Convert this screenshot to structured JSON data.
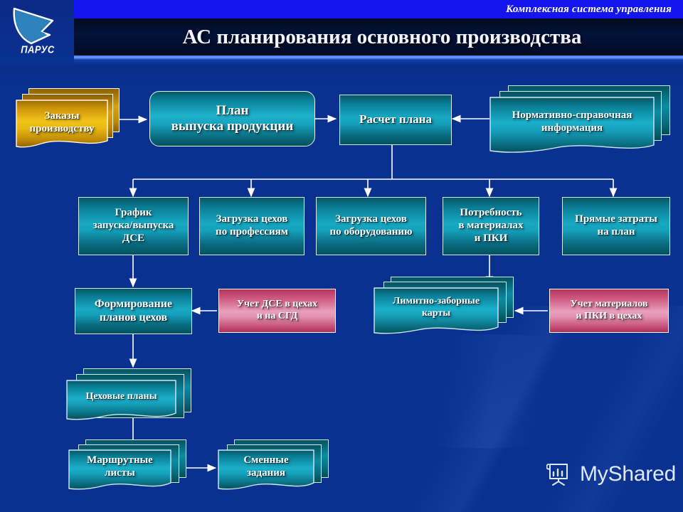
{
  "header": {
    "kicker": "Комплексная система управления",
    "title": "АС планирования основного производства",
    "logo_word": "ПАРУС",
    "logo_icon": "sail-logo-icon"
  },
  "diagram": {
    "nodes": [
      {
        "id": "orders",
        "label": "Заказы\nпроизводству",
        "shape": "document-stack",
        "color": "gold"
      },
      {
        "id": "output_plan",
        "label": "План\nвыпуска продукции",
        "shape": "rounded-rect",
        "color": "teal"
      },
      {
        "id": "plan_calc",
        "label": "Расчет плана",
        "shape": "rect",
        "color": "teal"
      },
      {
        "id": "reference",
        "label": "Нормативно-справочная\nинформация",
        "shape": "document-stack",
        "color": "teal"
      },
      {
        "id": "dse_schedule",
        "label": "График\nзапуска/выпуска\nДСЕ",
        "shape": "rect",
        "color": "teal"
      },
      {
        "id": "load_prof",
        "label": "Загрузка цехов\nпо профессиям",
        "shape": "rect",
        "color": "teal"
      },
      {
        "id": "load_equip",
        "label": "Загрузка цехов\nпо оборудованию",
        "shape": "rect",
        "color": "teal"
      },
      {
        "id": "materials",
        "label": "Потребность\nв материалах\nи ПКИ",
        "shape": "rect",
        "color": "teal"
      },
      {
        "id": "direct_costs",
        "label": "Прямые затраты\nна план",
        "shape": "rect",
        "color": "teal"
      },
      {
        "id": "shop_plans_form",
        "label": "Формирование\nпланов цехов",
        "shape": "rect",
        "color": "teal"
      },
      {
        "id": "dse_account",
        "label": "Учет ДСЕ в цехах\nи на СГД",
        "shape": "rect",
        "color": "pink"
      },
      {
        "id": "limit_cards",
        "label": "Лимитно-заборные\nкарты",
        "shape": "document-stack",
        "color": "teal"
      },
      {
        "id": "mat_account",
        "label": "Учет материалов\nи ПКИ в цехах",
        "shape": "rect",
        "color": "pink"
      },
      {
        "id": "shop_plans",
        "label": "Цеховые планы",
        "shape": "document-stack",
        "color": "teal"
      },
      {
        "id": "route_sheets",
        "label": "Маршрутные\nлисты",
        "shape": "document-stack",
        "color": "teal"
      },
      {
        "id": "shift_tasks",
        "label": "Сменные\nзадания",
        "shape": "document-stack",
        "color": "teal"
      }
    ],
    "edges": [
      {
        "from": "orders",
        "to": "output_plan"
      },
      {
        "from": "output_plan",
        "to": "plan_calc"
      },
      {
        "from": "reference",
        "to": "plan_calc"
      },
      {
        "from": "plan_calc",
        "to": "dse_schedule"
      },
      {
        "from": "plan_calc",
        "to": "load_prof"
      },
      {
        "from": "plan_calc",
        "to": "load_equip"
      },
      {
        "from": "plan_calc",
        "to": "materials"
      },
      {
        "from": "plan_calc",
        "to": "direct_costs"
      },
      {
        "from": "dse_schedule",
        "to": "shop_plans_form"
      },
      {
        "from": "dse_account",
        "to": "shop_plans_form"
      },
      {
        "from": "materials",
        "to": "limit_cards"
      },
      {
        "from": "mat_account",
        "to": "limit_cards"
      },
      {
        "from": "shop_plans_form",
        "to": "shop_plans"
      },
      {
        "from": "shop_plans",
        "to": "route_sheets"
      },
      {
        "from": "route_sheets",
        "to": "shift_tasks"
      }
    ]
  },
  "watermark": {
    "text": "MyShared",
    "icon": "presentation-board-icon"
  },
  "colors": {
    "background": "#0a3190",
    "accent_blue": "#1414ee",
    "teal_node": "#18a9c4",
    "pink_node": "#e9a0bb",
    "gold_node": "#f2c31a",
    "connector": "#ffffff"
  }
}
